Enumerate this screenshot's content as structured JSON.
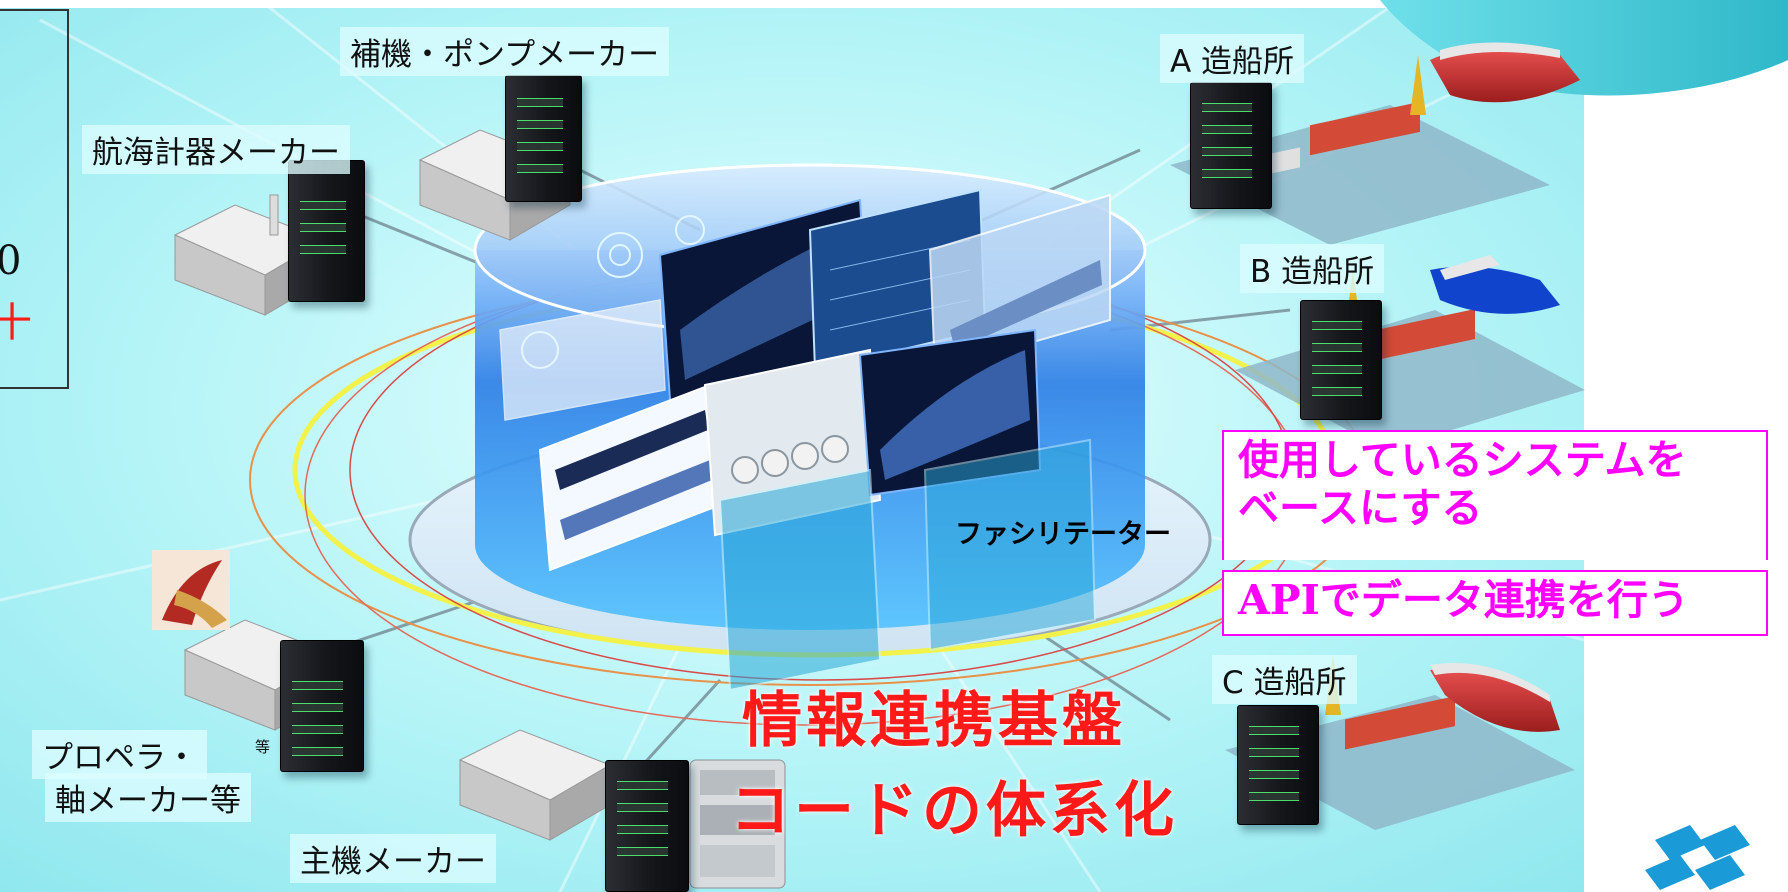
{
  "labels": {
    "aux_pump_maker": "補機・ポンプメーカー",
    "nav_instrument_maker": "航海計器メーカー",
    "shipyard_a": "A 造船所",
    "shipyard_b": "B 造船所",
    "shipyard_c": "C 造船所",
    "propeller_maker_line1": "プロペラ・",
    "propeller_maker_line2": "軸メーカー等",
    "propeller_small_note": "等",
    "main_engine_maker": "主機メーカー",
    "facilitator": "ファシリテーター"
  },
  "callouts": {
    "base_system_line1": "使用しているシステムを",
    "base_system_line2": "ベースにする",
    "api_link": "APIでデータ連携を行う"
  },
  "center": {
    "title_line1": "情報連携基盤",
    "title_line2": "コードの体系化"
  },
  "left_edge_fragments": {
    "frag1": "0",
    "frag2": "十"
  },
  "colors": {
    "background": "#aef3f6",
    "callout_border": "#ff00ff",
    "callout_text": "#ff00ff",
    "highlight_text": "#ff1a1a",
    "ring_yellow": "#f2f24a",
    "ring_orange": "#e8914a",
    "cylinder_blue": "#2e7fe6"
  },
  "icons": [
    "server-rack-icon",
    "factory-icon",
    "shipyard-icon",
    "ship-icon",
    "propeller-icon",
    "engine-icon",
    "logo-mark-icon"
  ]
}
